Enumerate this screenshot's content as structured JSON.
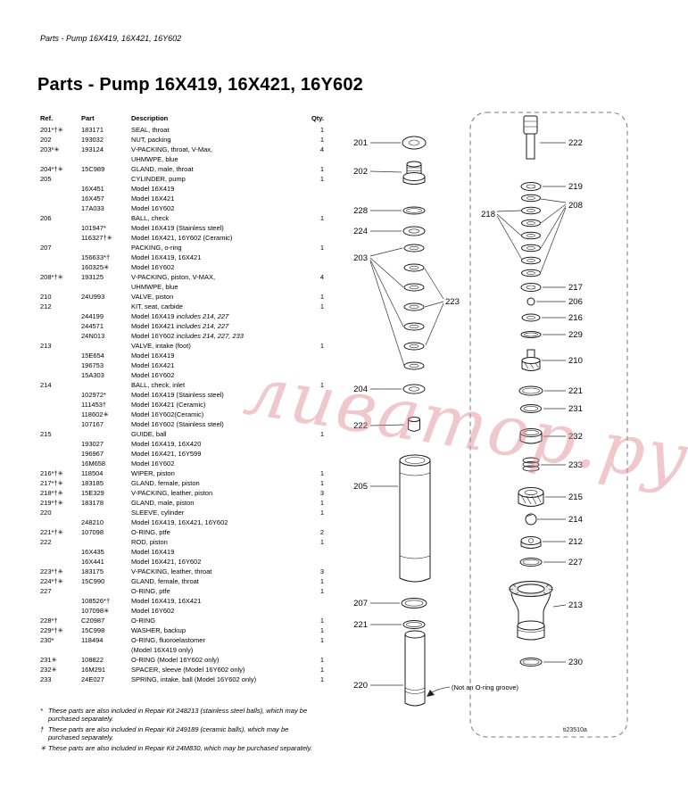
{
  "page": {
    "running_header": "Parts - Pump 16X419, 16X421, 16Y602",
    "title": "Parts - Pump 16X419, 16X421, 16Y602",
    "figure_id": "ti23510a",
    "watermark": "ливатор.ру"
  },
  "parts_table": {
    "headers": {
      "ref": "Ref.",
      "part": "Part",
      "description": "Description",
      "qty": "Qty."
    },
    "rows": [
      {
        "ref": "201*†✳",
        "part": "183171",
        "desc": "SEAL, throat",
        "qty": "1"
      },
      {
        "ref": "202",
        "part": "193032",
        "desc": "NUT, packing",
        "qty": "1"
      },
      {
        "ref": "203*✳",
        "part": "193124",
        "desc": "V-PACKING, throat, V-Max,",
        "qty": "4"
      },
      {
        "ref": "",
        "part": "",
        "desc": "UHMWPE, blue",
        "qty": ""
      },
      {
        "ref": "204*†✳",
        "part": "15C989",
        "desc": "GLAND, male, throat",
        "qty": "1"
      },
      {
        "ref": "205",
        "part": "",
        "desc": "CYLINDER, pump",
        "qty": "1"
      },
      {
        "ref": "",
        "part": "16X451",
        "desc": "Model 16X419",
        "qty": ""
      },
      {
        "ref": "",
        "part": "16X457",
        "desc": "Model 16X421",
        "qty": ""
      },
      {
        "ref": "",
        "part": "17A033",
        "desc": "Model 16Y602",
        "qty": ""
      },
      {
        "ref": "206",
        "part": "",
        "desc": "BALL, check",
        "qty": "1"
      },
      {
        "ref": "",
        "part": "101947*",
        "desc": "Model 16X419 (Stainless steel)",
        "qty": ""
      },
      {
        "ref": "",
        "part": "116327†✳",
        "desc": "Model 16X421, 16Y602 (Ceramic)",
        "qty": ""
      },
      {
        "ref": "207",
        "part": "",
        "desc": "PACKING, o-ring",
        "qty": "1"
      },
      {
        "ref": "",
        "part": "156633*†",
        "desc": "Model 16X419, 16X421",
        "qty": ""
      },
      {
        "ref": "",
        "part": "160325✳",
        "desc": "Model 16Y602",
        "qty": ""
      },
      {
        "ref": "208*†✳",
        "part": "193125",
        "desc": "V-PACKING, piston, V-MAX,",
        "qty": "4"
      },
      {
        "ref": "",
        "part": "",
        "desc": "UHMWPE, blue",
        "qty": ""
      },
      {
        "ref": "210",
        "part": "24U993",
        "desc": "VALVE, piston",
        "qty": "1"
      },
      {
        "ref": "212",
        "part": "",
        "desc": "KIT, seat, carbide",
        "qty": "1"
      },
      {
        "ref": "",
        "part": "244199",
        "desc": "Model 16X419 ",
        "italic": "includes 214, 227",
        "qty": ""
      },
      {
        "ref": "",
        "part": "244571",
        "desc": "Model 16X421 ",
        "italic": "includes 214, 227",
        "qty": ""
      },
      {
        "ref": "",
        "part": "24N013",
        "desc": "Model 16Y602 ",
        "italic": "includes 214, 227, 233",
        "qty": ""
      },
      {
        "ref": "213",
        "part": "",
        "desc": "VALVE, intake (foot)",
        "qty": "1"
      },
      {
        "ref": "",
        "part": "15E654",
        "desc": "Model 16X419",
        "qty": ""
      },
      {
        "ref": "",
        "part": "196753",
        "desc": "Model 16X421",
        "qty": ""
      },
      {
        "ref": "",
        "part": "15A303",
        "desc": "Model 16Y602",
        "qty": ""
      },
      {
        "ref": "214",
        "part": "",
        "desc": "BALL, check, inlet",
        "qty": "1"
      },
      {
        "ref": "",
        "part": "102972*",
        "desc": "Model 16X419 (Stainless steel)",
        "qty": ""
      },
      {
        "ref": "",
        "part": "111453†",
        "desc": "Model 16X421 (Ceramic)",
        "qty": ""
      },
      {
        "ref": "",
        "part": "118602✳",
        "desc": "Model 16Y602(Ceramic)",
        "qty": ""
      },
      {
        "ref": "",
        "part": "107167",
        "desc": "Model 16Y602 (Stainless steel)",
        "qty": ""
      },
      {
        "ref": "215",
        "part": "",
        "desc": "GUIDE, ball",
        "qty": "1"
      },
      {
        "ref": "",
        "part": "193027",
        "desc": "Model 16X419, 16X420",
        "qty": ""
      },
      {
        "ref": "",
        "part": "196967",
        "desc": "Model 16X421, 16Y599",
        "qty": ""
      },
      {
        "ref": "",
        "part": "16M658",
        "desc": "Model 16Y602",
        "qty": ""
      },
      {
        "ref": "216*†✳",
        "part": "118504",
        "desc": "WIPER, piston",
        "qty": "1"
      },
      {
        "ref": "217*†✳",
        "part": "183185",
        "desc": "GLAND, female, piston",
        "qty": "1"
      },
      {
        "ref": "218*†✳",
        "part": "15E329",
        "desc": "V-PACKING, leather, piston",
        "qty": "3"
      },
      {
        "ref": "219*†✳",
        "part": "183178",
        "desc": "GLAND, male, piston",
        "qty": "1"
      },
      {
        "ref": "220",
        "part": "",
        "desc": "SLEEVE, cylinder",
        "qty": "1"
      },
      {
        "ref": "",
        "part": "248210",
        "desc": "Model 16X419, 16X421, 16Y602",
        "qty": ""
      },
      {
        "ref": "221*†✳",
        "part": "107098",
        "desc": "O-RING, ptfe",
        "qty": "2"
      },
      {
        "ref": "222",
        "part": "",
        "desc": "ROD, piston",
        "qty": "1"
      },
      {
        "ref": "",
        "part": "16X435",
        "desc": "Model 16X419",
        "qty": ""
      },
      {
        "ref": "",
        "part": "16X441",
        "desc": "Model 16X421, 16Y602",
        "qty": ""
      },
      {
        "ref": "223*†✳",
        "part": "183175",
        "desc": "V-PACKING, leather, throat",
        "qty": "3"
      },
      {
        "ref": "224*†✳",
        "part": "15C990",
        "desc": "GLAND, female, throat",
        "qty": "1"
      },
      {
        "ref": "227",
        "part": "",
        "desc": "O-RING, ptfe",
        "qty": "1"
      },
      {
        "ref": "",
        "part": "108526*†",
        "desc": "Model 16X419, 16X421",
        "qty": ""
      },
      {
        "ref": "",
        "part": "107098✳",
        "desc": "Model 16Y602",
        "qty": ""
      },
      {
        "ref": "228*†",
        "part": "C20987",
        "desc": "O-RING",
        "qty": "1"
      },
      {
        "ref": "229*†✳",
        "part": "15C998",
        "desc": "WASHER, backup",
        "qty": "1"
      },
      {
        "ref": "230*",
        "part": "118494",
        "desc": "O-RING, fluoroelastomer",
        "qty": "1"
      },
      {
        "ref": "",
        "part": "",
        "desc": "(Model 16X419 only)",
        "qty": ""
      },
      {
        "ref": "231✳",
        "part": "108822",
        "desc": "O-RING (Model 16Y602 only)",
        "qty": "1"
      },
      {
        "ref": "232✳",
        "part": "16M291",
        "desc": "SPACER, sleeve (Model 16Y602 only)",
        "qty": "1"
      },
      {
        "ref": "233",
        "part": "24E027",
        "desc": "SPRING, intake, ball (Model 16Y602 only)",
        "qty": "1"
      }
    ]
  },
  "footnotes": [
    {
      "symbol": "*",
      "text": "These parts are also included in Repair Kit 248213 (stainless steel balls), which may be purchased separately."
    },
    {
      "symbol": "†",
      "text": "These parts are also included in Repair Kit 249189 (ceramic balls), which may be purchased separately."
    },
    {
      "symbol": "✳",
      "text": "These parts are also included in Repair Kit 24M830, which may be purchased separately."
    }
  ],
  "diagram": {
    "note": "(Not an O-ring groove)",
    "callouts": {
      "c201": "201",
      "c202": "202",
      "c203": "203",
      "c204": "204",
      "c205": "205",
      "c206": "206",
      "c207": "207",
      "c208": "208",
      "c210": "210",
      "c212": "212",
      "c213": "213",
      "c214": "214",
      "c215": "215",
      "c216": "216",
      "c217": "217",
      "c218": "218",
      "c219": "219",
      "c220": "220",
      "c221": "221",
      "c222": "222",
      "c223": "223",
      "c224": "224",
      "c227": "227",
      "c228": "228",
      "c229": "229",
      "c230": "230",
      "c231": "231",
      "c232": "232",
      "c233": "233"
    }
  }
}
